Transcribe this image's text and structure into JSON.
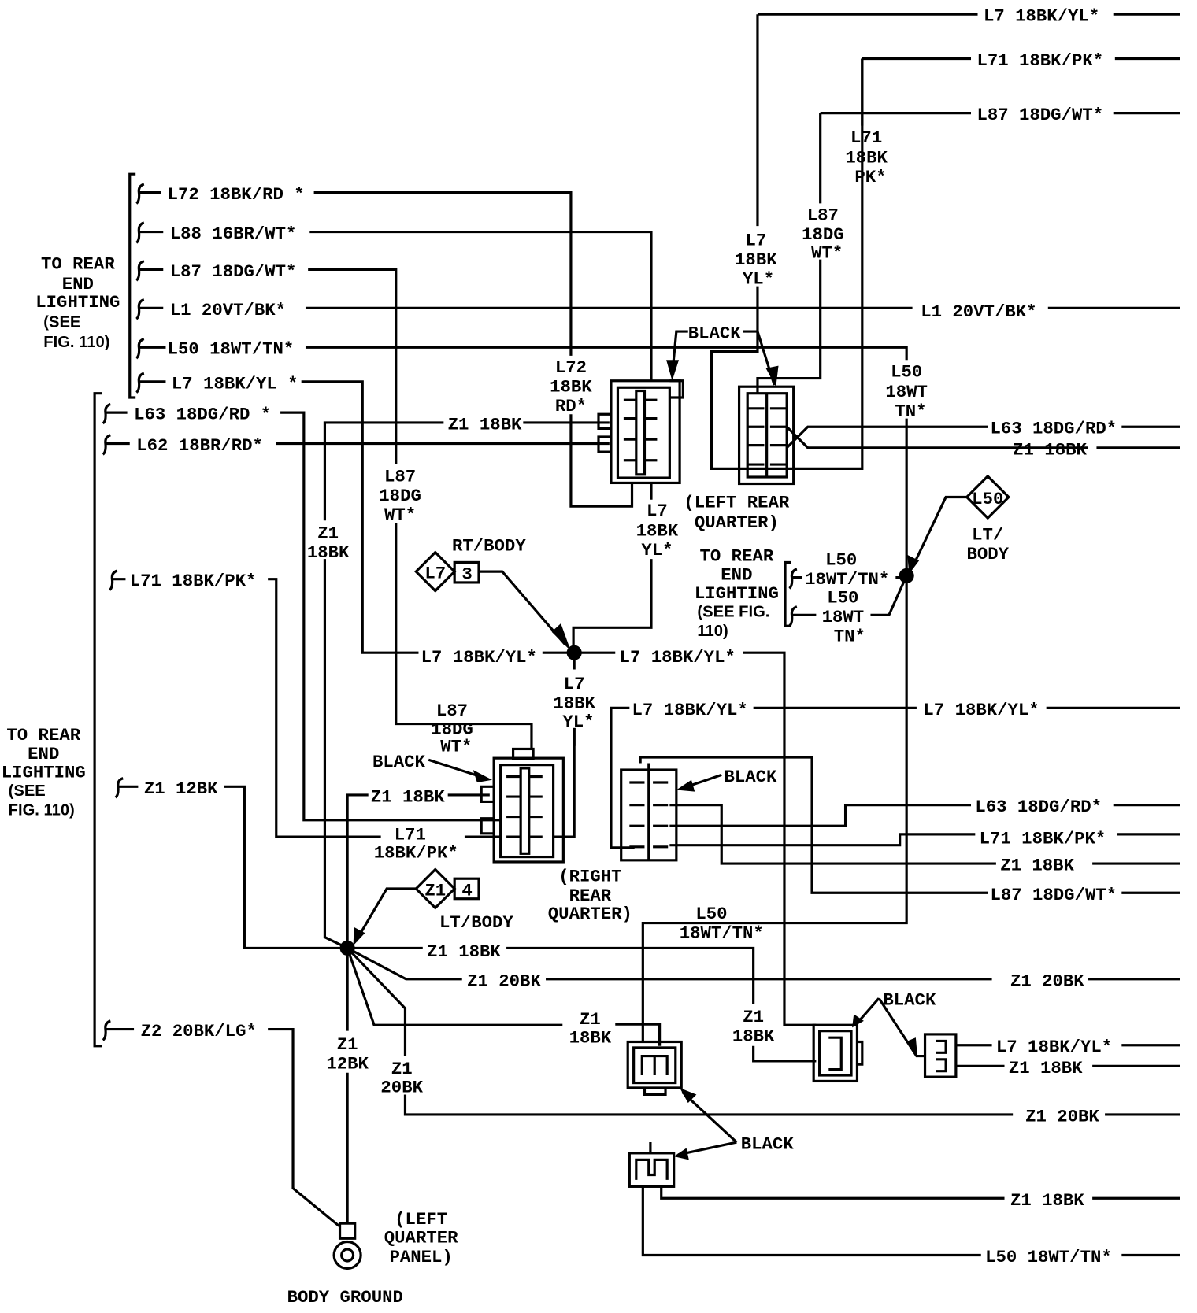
{
  "colors": {
    "ink": "#000000",
    "background": "#ffffff"
  },
  "right_wires": [
    "L7 18BK/YL*",
    "L71 18BK/PK*",
    "L87 18DG/WT*",
    "L1 20VT/BK*",
    "L63 18DG/RD*",
    "Z1 18BK",
    "L7 18BK/YL*",
    "L63 18DG/RD*",
    "L71 18BK/PK*",
    "Z1 18BK",
    "L87 18DG/WT*",
    "Z1 20BK",
    "L7 18BK/YL*",
    "Z1 18BK",
    "Z1 20BK",
    "Z1 18BK",
    "L50 18WT/TN*"
  ],
  "left_wires": [
    "L72 18BK/RD *",
    "L88 16BR/WT*",
    "L87 18DG/WT*",
    "L1 20VT/BK*",
    "L50 18WT/TN*",
    "L7 18BK/YL *",
    "L63 18DG/RD *",
    "L62 18BR/RD*",
    "L71 18BK/PK*",
    "Z1 12BK",
    "Z2 20BK/LG*"
  ],
  "inline_wires": {
    "z1_left_connector": "Z1 18BK",
    "l7_junction_left": "L7 18BK/YL*",
    "l7_junction_right": "L7 18BK/YL*",
    "l7_right_rear": "L7 18BK/YL*",
    "z1_right_rear": "Z1 18BK",
    "z1_ground_18": "Z1 18BK",
    "z1_ground_20": "Z1 20BK"
  },
  "vertical_labels": {
    "l72": [
      "L72",
      "18BK",
      "RD*"
    ],
    "l7_left_conn": [
      "L7",
      "18BK",
      "YL*"
    ],
    "l87_left": [
      "L87",
      "18DG",
      "WT*"
    ],
    "z1_left": [
      "Z1",
      "18BK"
    ],
    "l71_top": [
      "L71",
      "18BK",
      "PK*"
    ],
    "l87_top": [
      "L87",
      "18DG",
      "WT*"
    ],
    "l7_top": [
      "L7",
      "18BK",
      "YL*"
    ],
    "l50_right": [
      "L50",
      "18WT",
      "TN*"
    ],
    "l50_bracket_a": [
      "L50",
      "18WT/TN*"
    ],
    "l50_bracket_b": [
      "L50",
      "18WT",
      "TN*"
    ],
    "l7_junction": [
      "L7",
      "18BK",
      "YL*"
    ],
    "l87_right_rear": [
      "L87",
      "18DG",
      "WT*"
    ],
    "l71_right_rear": [
      "L71",
      "18BK/PK*"
    ],
    "l50_bottom": [
      "L50",
      "18WT/TN*"
    ],
    "z1_bottom_a": [
      "Z1",
      "18BK"
    ],
    "z1_bottom_b": [
      "Z1",
      "18BK"
    ],
    "z1_12bk": [
      "Z1",
      "12BK"
    ],
    "z1_20bk": [
      "Z1",
      "20BK"
    ]
  },
  "notes": {
    "rear_lighting_1": [
      "TO REAR",
      "END",
      "LIGHTING",
      "(SEE",
      "FIG. 110)"
    ],
    "rear_lighting_2": [
      "TO REAR",
      "END",
      "LIGHTING",
      "(SEE",
      "FIG. 110)"
    ],
    "rear_lighting_3": [
      "TO REAR",
      "END",
      "LIGHTING",
      "(SEE FIG.",
      "110)"
    ],
    "left_rear_quarter": [
      "(LEFT REAR",
      "QUARTER)"
    ],
    "right_rear_quarter": [
      "(RIGHT",
      "REAR",
      "QUARTER)"
    ],
    "left_quarter_panel": [
      "(LEFT",
      "QUARTER",
      "PANEL)"
    ],
    "rt_body": "RT/BODY",
    "lt_body_top": [
      "LT/",
      "BODY"
    ],
    "lt_body_bottom": "LT/BODY",
    "body_ground": "BODY GROUND",
    "black": "BLACK"
  },
  "splice_tags": {
    "rt_body": {
      "circuit": "L7",
      "number": "3"
    },
    "lt_body_bottom": {
      "circuit": "Z1",
      "number": "4"
    },
    "lt_body_top": {
      "circuit": "L50"
    }
  }
}
